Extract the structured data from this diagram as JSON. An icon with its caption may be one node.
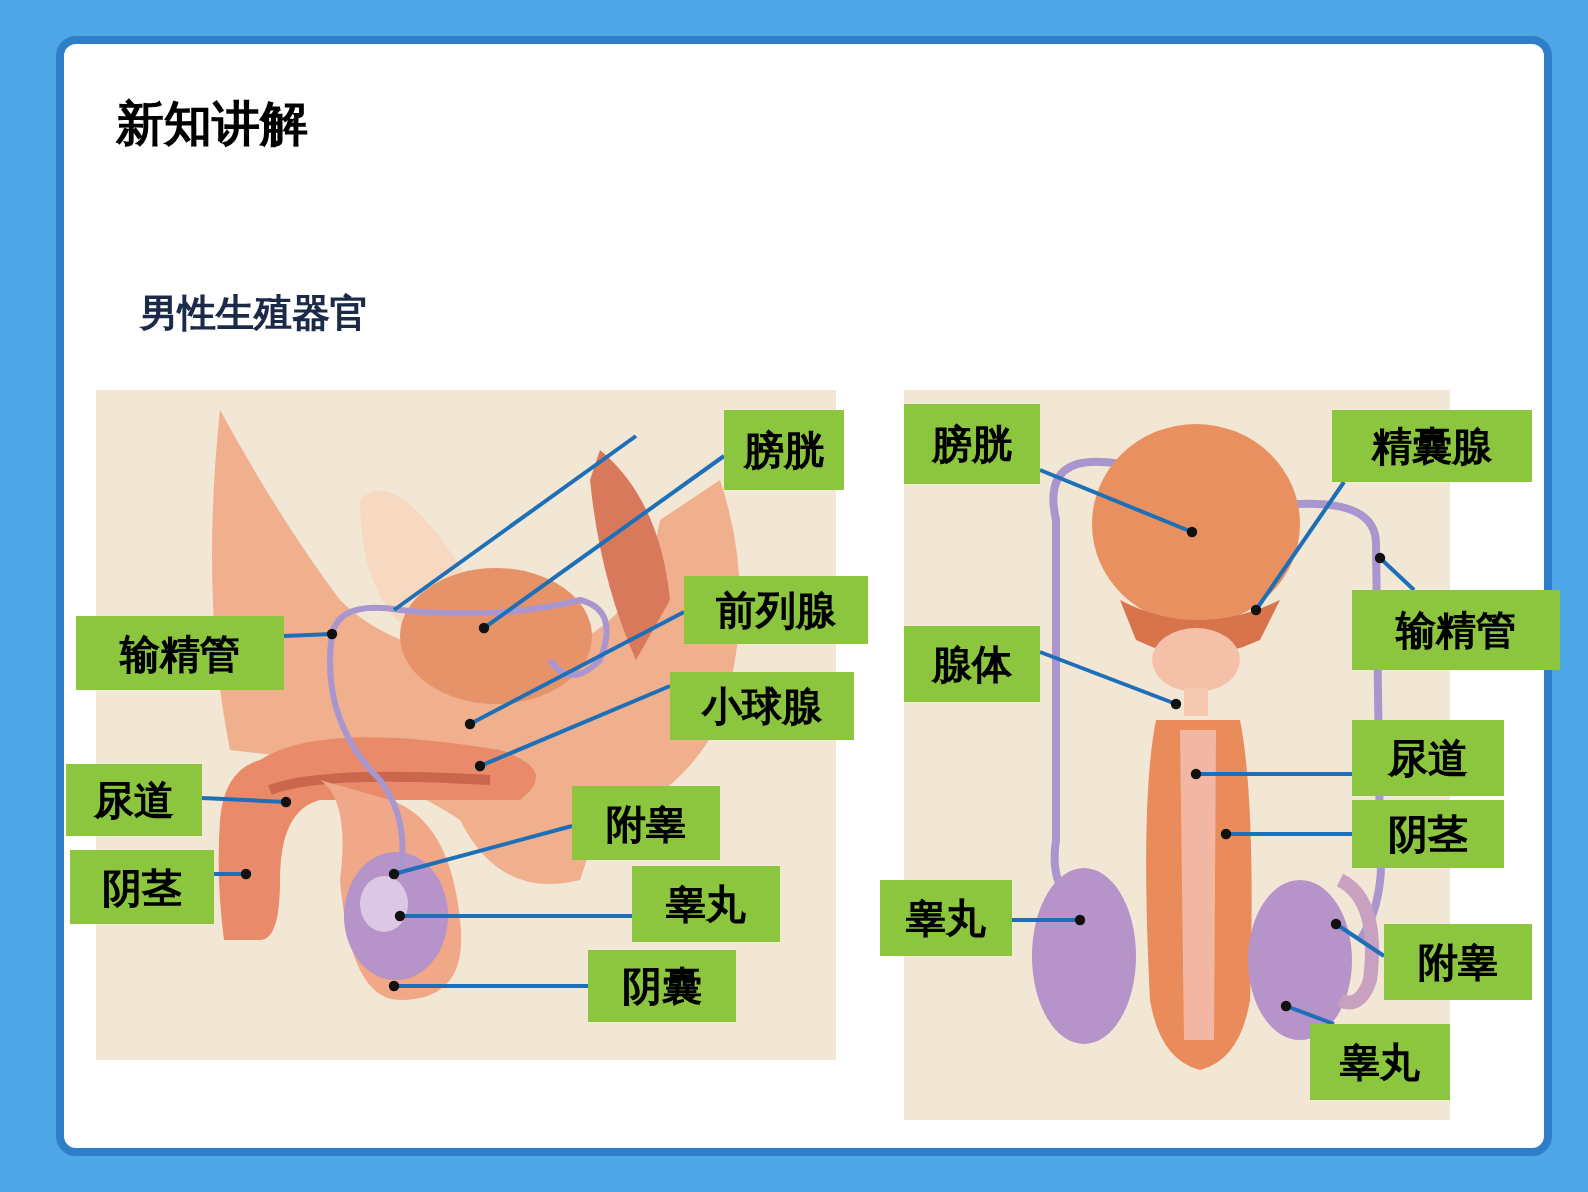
{
  "diagram": {
    "title": "新知讲解",
    "nodes": [
      {
        "text": [
          "膀胱"
        ]
      },
      {
        "text": [
          "前列腺"
        ]
      },
      {
        "text": [
          "小球腺"
        ]
      },
      {
        "text": [
          "输精管"
        ]
      },
      {
        "text": [
          "尿道"
        ]
      },
      {
        "text": [
          "阴茎"
        ]
      },
      {
        "text": [
          "附睾"
        ]
      },
      {
        "text": [
          "睾丸"
        ]
      },
      {
        "text": [
          "阴囊"
        ]
      },
      {
        "text": [
          "膀胱"
        ]
      },
      {
        "text": [
          "精囊腺"
        ]
      },
      {
        "text": [
          "输精管"
        ]
      },
      {
        "text": [
          "腺体"
        ]
      },
      {
        "text": [
          "尿道"
        ]
      },
      {
        "text": [
          "阴茎"
        ]
      },
      {
        "text": [
          "附睾"
        ]
      },
      {
        "text": [
          "睾丸"
        ]
      },
      {
        "text": [
          "睾丸"
        ]
      }
    ],
    "edges": [
      {
        "from": 0,
        "to": null,
        "arrow": "other"
      },
      {
        "from": 1,
        "to": null,
        "arrow": "other"
      },
      {
        "from": 2,
        "to": null,
        "arrow": "other"
      },
      {
        "from": 3,
        "to": null,
        "arrow": "other"
      },
      {
        "from": 4,
        "to": null,
        "arrow": "other"
      },
      {
        "from": 5,
        "to": null,
        "arrow": "other"
      },
      {
        "from": 6,
        "to": null,
        "arrow": "other"
      },
      {
        "from": 7,
        "to": null,
        "arrow": "other"
      },
      {
        "from": 8,
        "to": null,
        "arrow": "other"
      },
      {
        "from": 9,
        "to": null,
        "arrow": "other"
      },
      {
        "from": 10,
        "to": null,
        "arrow": "other"
      },
      {
        "from": 11,
        "to": null,
        "arrow": "other"
      },
      {
        "from": 12,
        "to": null,
        "arrow": "other"
      },
      {
        "from": 13,
        "to": null,
        "arrow": "other"
      },
      {
        "from": 14,
        "to": null,
        "arrow": "other"
      },
      {
        "from": 15,
        "to": null,
        "arrow": "other"
      },
      {
        "from": 16,
        "to": null,
        "arrow": "other"
      },
      {
        "from": 17,
        "to": null,
        "arrow": "other"
      }
    ],
    "labels": [
      "男性生殖器官"
    ]
  }
}
